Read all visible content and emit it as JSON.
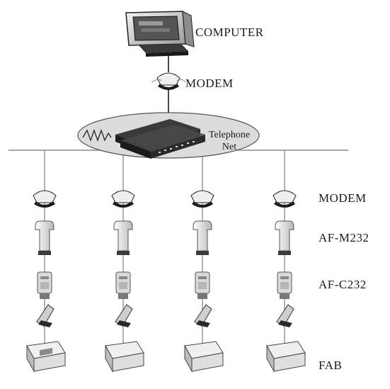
{
  "labels": {
    "computer": "COMPUTER",
    "top_modem": "MODEM",
    "network_line1": "Telephone",
    "network_line2": "Net",
    "modem": "MODEM",
    "af_m232": "AF-M232",
    "af_c232": "AF-C232",
    "fab": "FAB"
  },
  "branch_count": 4,
  "colors": {
    "line": "#8a8a8a",
    "ellipse_fill": "#dcdcdc",
    "ellipse_stroke": "#555555",
    "device_light": "#f2f2f2",
    "device_mid": "#bdbdbd",
    "device_dark": "#2b2b2b"
  }
}
